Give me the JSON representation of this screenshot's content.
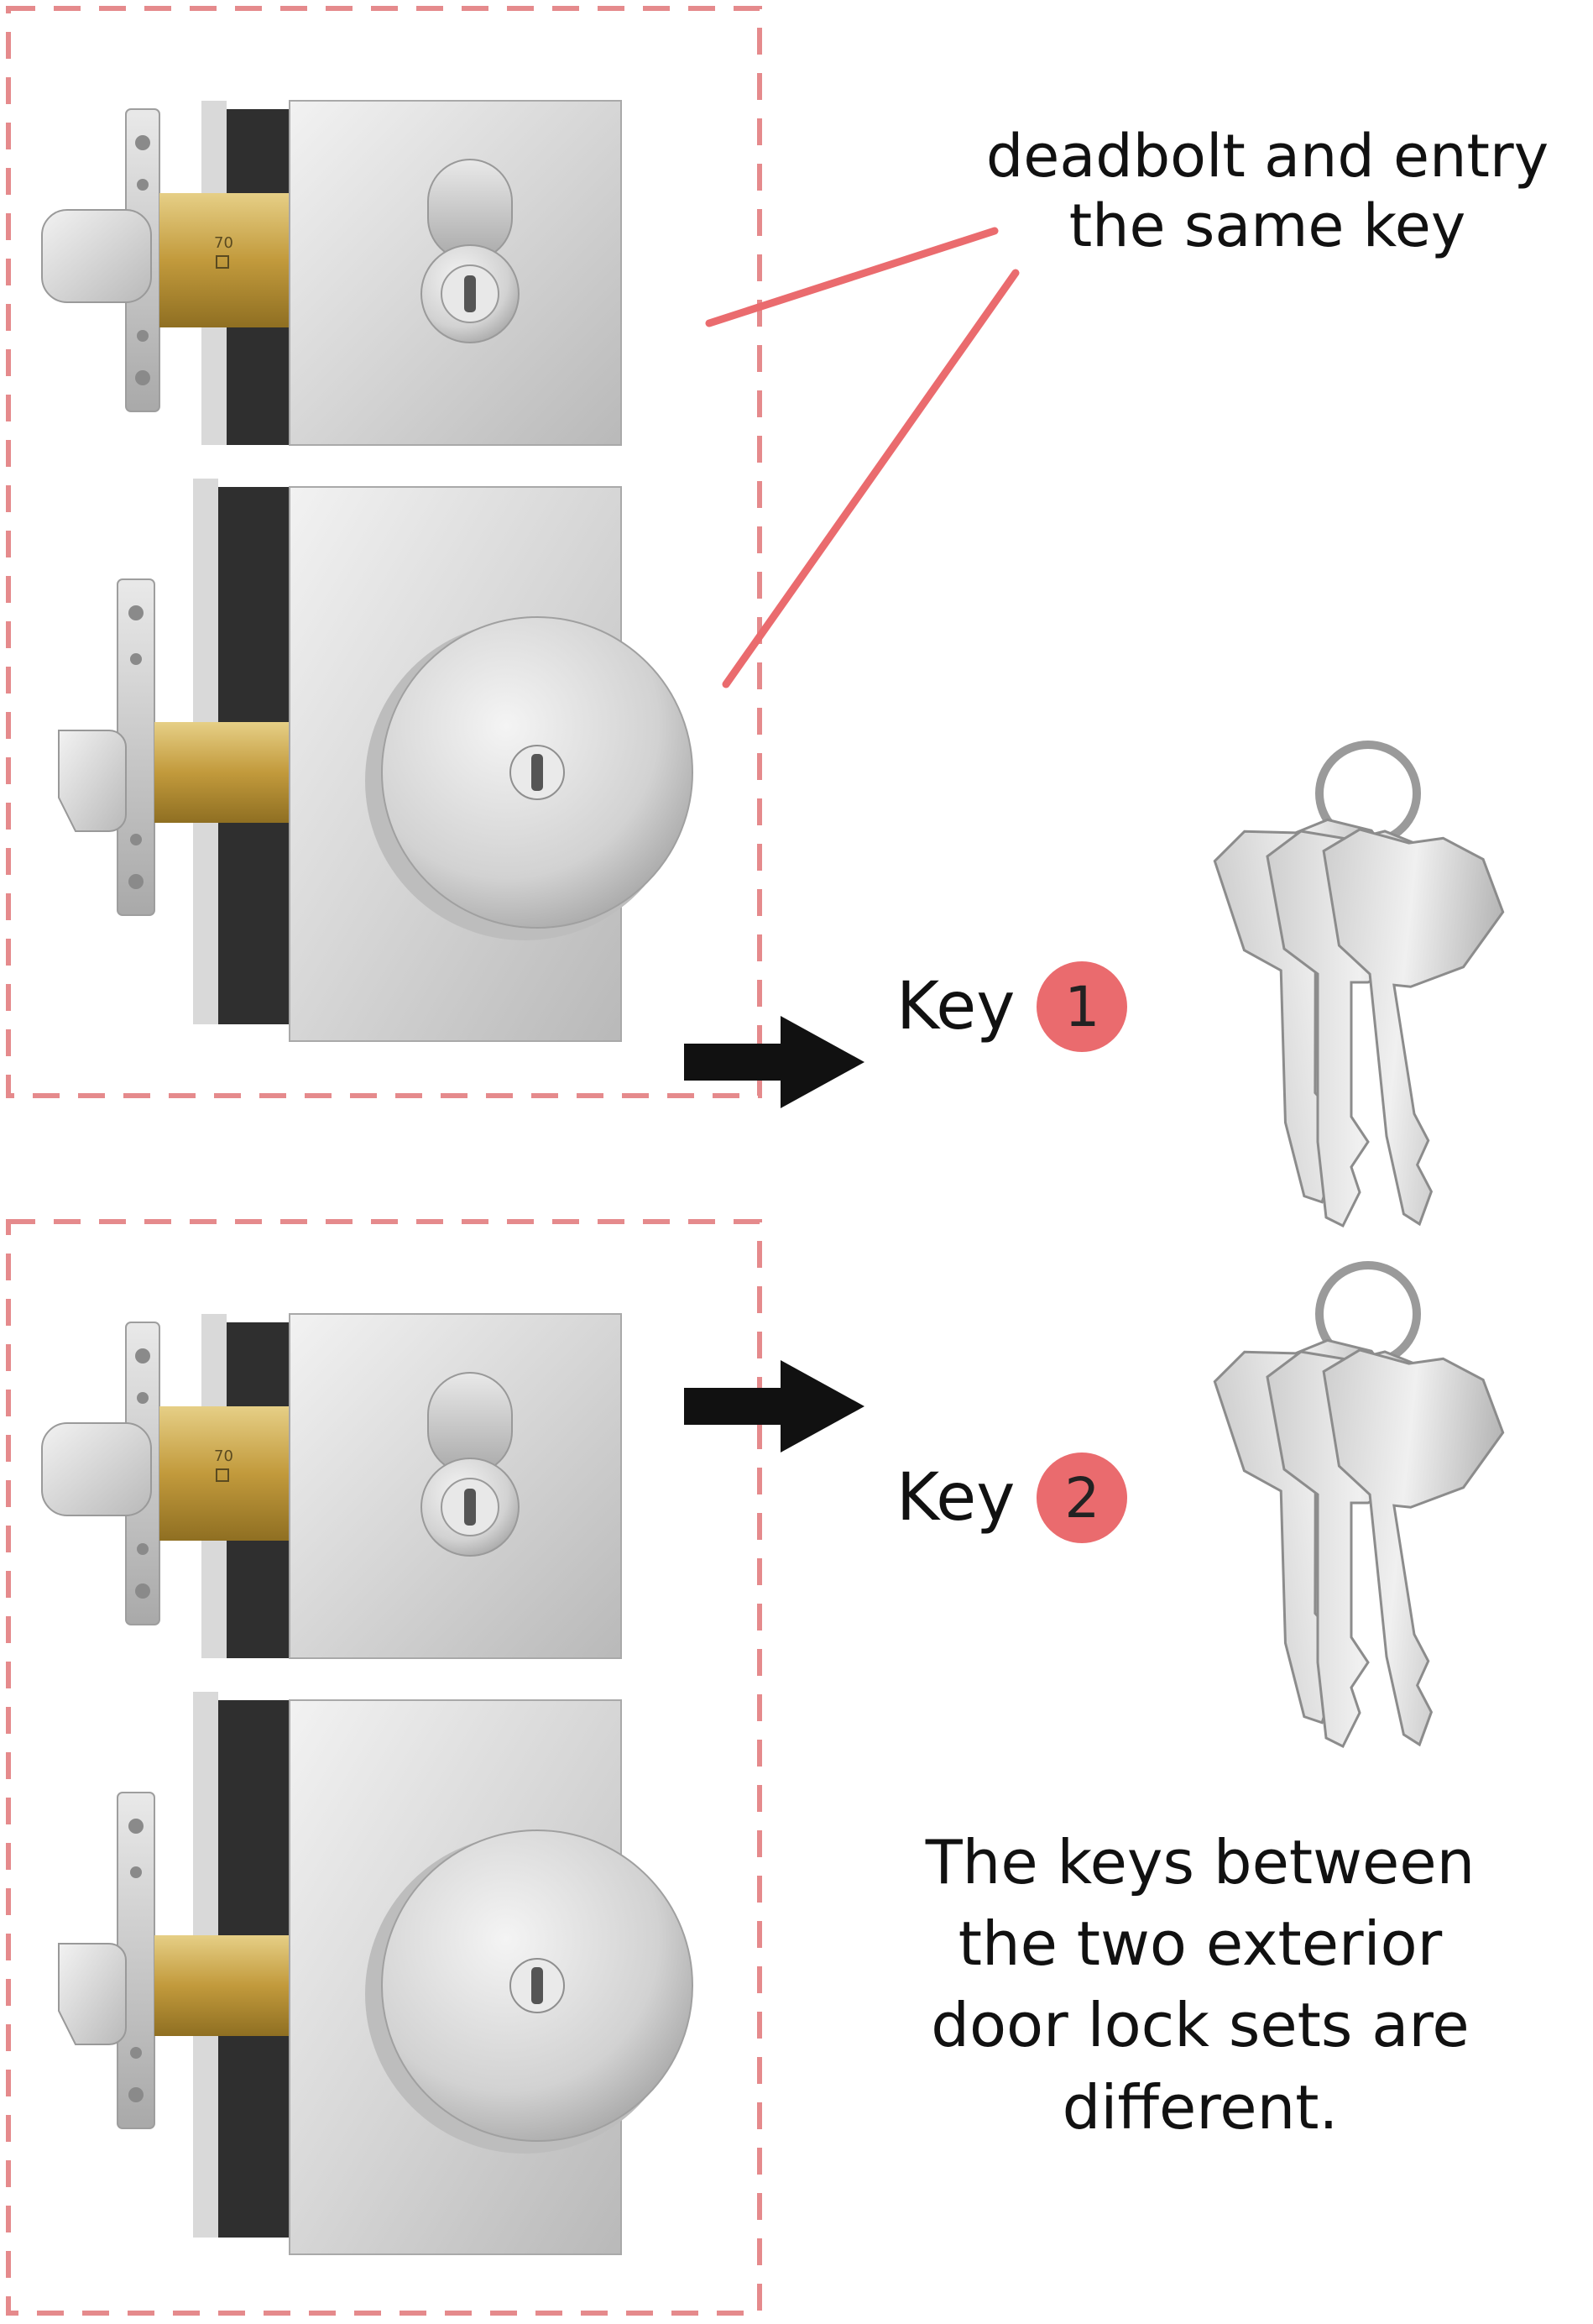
{
  "callout": {
    "lines": [
      "deadbolt and entry",
      "the same key"
    ]
  },
  "key_sets": [
    {
      "label": "Key",
      "number": "1"
    },
    {
      "label": "Key",
      "number": "2"
    }
  ],
  "note": {
    "lines": [
      "The keys between",
      "the two exterior",
      "door lock sets are",
      "different."
    ]
  },
  "colors": {
    "accent": "#ea6b6e",
    "dashed_frame": "#e58a8c",
    "arrow": "#111111",
    "brushed_nickel": "#d4d4d4",
    "brass": "#c8a24a"
  },
  "icons": [
    "deadbolt-icon",
    "knob-lock-icon",
    "key-bundle-icon",
    "arrow-right-icon"
  ]
}
